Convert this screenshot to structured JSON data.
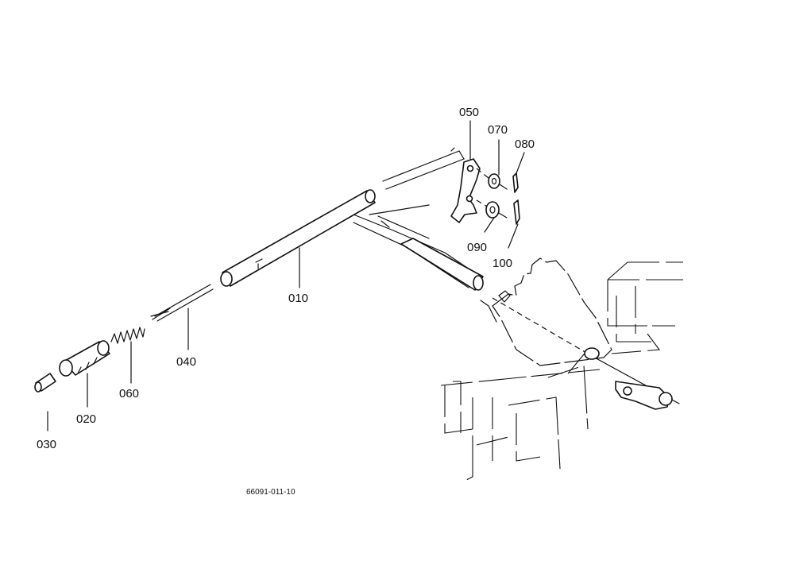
{
  "diagram": {
    "drawing_code": "66091-011-10",
    "callouts": [
      {
        "id": "p010",
        "text": "010"
      },
      {
        "id": "p020",
        "text": "020"
      },
      {
        "id": "p030",
        "text": "030"
      },
      {
        "id": "p040",
        "text": "040"
      },
      {
        "id": "p050",
        "text": "050"
      },
      {
        "id": "p060",
        "text": "060"
      },
      {
        "id": "p070",
        "text": "070"
      },
      {
        "id": "p080",
        "text": "080"
      },
      {
        "id": "p090",
        "text": "090"
      },
      {
        "id": "p100",
        "text": "100"
      }
    ]
  }
}
